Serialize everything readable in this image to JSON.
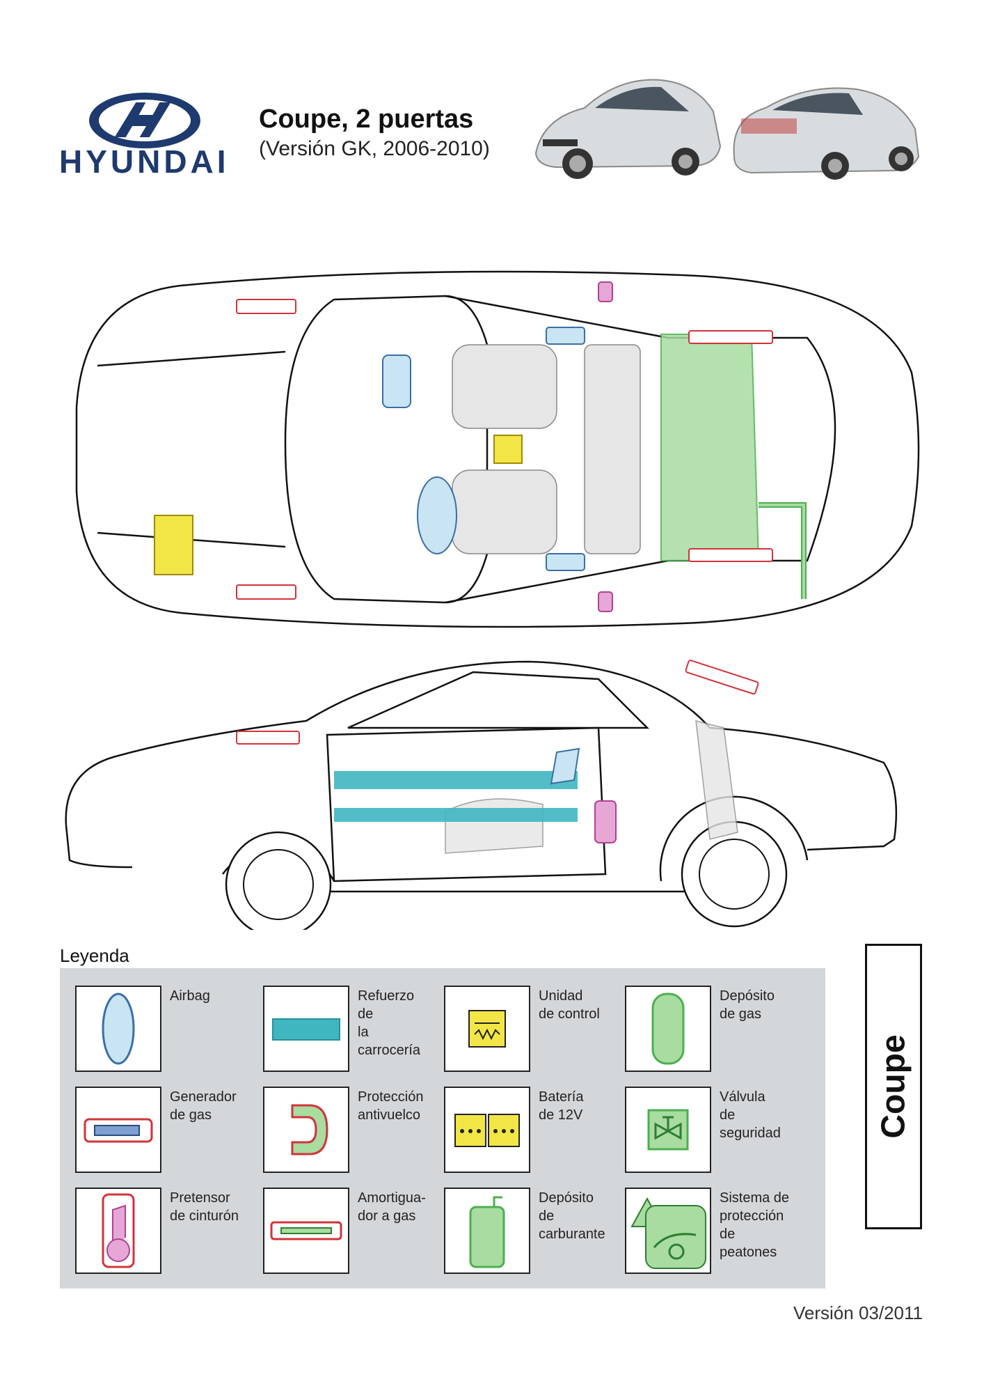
{
  "header": {
    "brand": "HYUNDAI",
    "model_title": "Coupe, 2 puertas",
    "model_subtitle": "(Versión GK, 2006-2010)"
  },
  "legend": {
    "title": "Leyenda",
    "items": [
      {
        "label": "Airbag",
        "icon": "airbag-icon"
      },
      {
        "label": "Refuerzo de\nla carrocería",
        "icon": "body-reinforcement-icon"
      },
      {
        "label": "Unidad\nde control",
        "icon": "control-unit-icon"
      },
      {
        "label": "Depósito\nde gas",
        "icon": "gas-tank-icon"
      },
      {
        "label": "Generador\nde gas",
        "icon": "gas-generator-icon"
      },
      {
        "label": "Protección\nantivuelco",
        "icon": "rollover-protection-icon"
      },
      {
        "label": "Batería\nde 12V",
        "icon": "battery-icon"
      },
      {
        "label": "Válvula\nde seguridad",
        "icon": "safety-valve-icon"
      },
      {
        "label": "Pretensor\nde cinturón",
        "icon": "belt-pretensioner-icon"
      },
      {
        "label": "Amortigua-\ndor a gas",
        "icon": "gas-strut-icon"
      },
      {
        "label": "Depósito de\ncarburante",
        "icon": "fuel-tank-icon"
      },
      {
        "label": "Sistema de\nprotección\nde peatones",
        "icon": "pedestrian-protection-icon"
      }
    ]
  },
  "side_tab": "Coupe",
  "footer": {
    "version": "Versión 03/2011"
  },
  "colors": {
    "brand_blue": "#1e3a6e",
    "airbag": "#c9e4f2",
    "reinforcement": "#3fb6c0",
    "control_unit": "#f2e646",
    "gas_tank": "#a8dca0",
    "strut_red": "#d0343a",
    "pretensioner": "#e6a6d6",
    "legend_bg": "#d4d7da"
  }
}
